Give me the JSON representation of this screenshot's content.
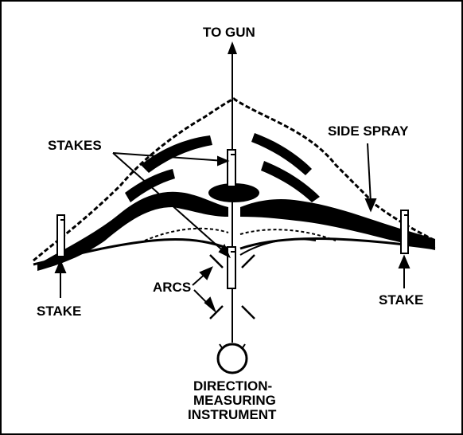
{
  "diagram": {
    "labels": {
      "to_gun": "TO GUN",
      "stakes": "STAKES",
      "side_spray": "SIDE SPRAY",
      "stake_left": "STAKE",
      "stake_right": "STAKE",
      "arcs": "ARCS",
      "instrument_line1": "DIRECTION-",
      "instrument_line2": "MEASURING",
      "instrument_line3": "INSTRUMENT"
    },
    "colors": {
      "ink": "#000000",
      "paper": "#ffffff"
    }
  }
}
